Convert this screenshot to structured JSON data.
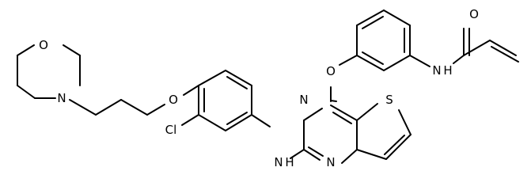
{
  "atoms": {
    "o_morpholine": "O",
    "n_morpholine": "N",
    "o_ether": "O",
    "cl": "Cl",
    "nh_amine": "N",
    "h_amine": "H",
    "n_pyrimidine_3": "N",
    "n_pyrimidine_1": "N",
    "s_thiophene": "S",
    "o_aryl_ether": "O",
    "nh_amide": "N",
    "h_amide": "H",
    "o_carbonyl": "O"
  }
}
